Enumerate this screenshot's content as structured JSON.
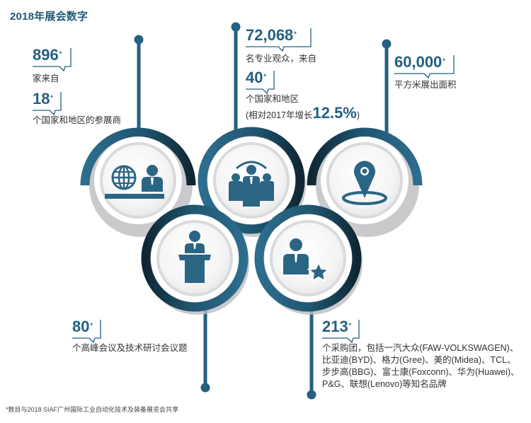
{
  "title": "2018年展会数字",
  "stats": {
    "exhibitors": {
      "number": "896",
      "star": "*",
      "label": "家来自"
    },
    "exhibitor_regions": {
      "number": "18",
      "star": "*",
      "label": "个国家和地区的参展商"
    },
    "visitors": {
      "number": "72,068",
      "star": "*",
      "label": "名专业观众，来自"
    },
    "visitor_regions": {
      "number": "40",
      "star": "*",
      "label": "个国家和地区",
      "growth_prefix": "(相对2017年增长",
      "growth_value": "12.5%",
      "growth_suffix": ")"
    },
    "area": {
      "number": "60,000",
      "star": "*",
      "label": "平方米展出面积"
    },
    "conferences": {
      "number": "80",
      "star": "*",
      "label": "个高峰会议及技术研讨会议题"
    },
    "buyers": {
      "number": "213",
      "star": "*",
      "lines": [
        "个采购团，包括一汽大众(FAW-VOLKSWAGEN)、",
        "比亚迪(BYD)、格力(Gree)、美的(Midea)、TCL、",
        "步步高(BBG)、富士康(Foxconn)、华为(Huawei)、",
        "P&G、联想(Lenovo)等知名品牌"
      ]
    }
  },
  "icons": [
    "globe-exhibitor-icon",
    "audience-group-icon",
    "location-pin-icon",
    "podium-speaker-icon",
    "buyer-star-icon"
  ],
  "footnote": "*数目与2018 SIAF广州国际工业自动化技术及装备展览会共享",
  "colors": {
    "primary": "#24607f",
    "dark": "#14303f",
    "icon": "#2b6584",
    "ring_light": "#e6e7e8",
    "shadow": "#b9b9bd"
  }
}
